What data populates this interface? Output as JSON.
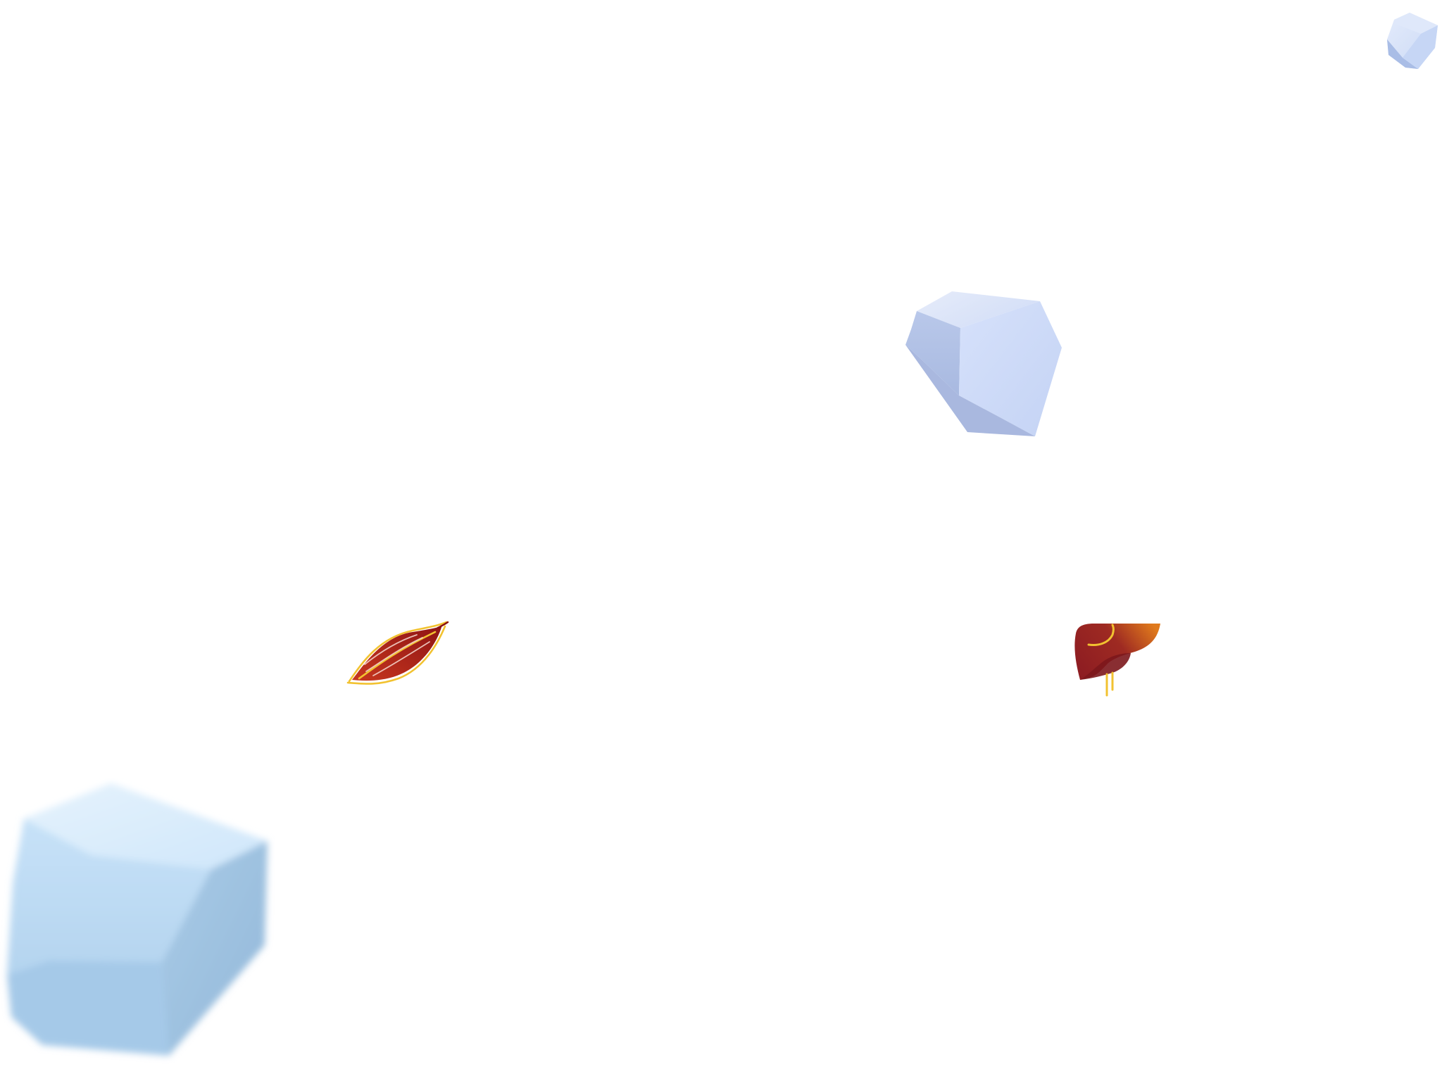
{
  "scene": {
    "background_color": "#ffffff",
    "decorations": [
      {
        "id": "cube-small",
        "icon": "crystal-cube-icon",
        "color": "#c9d8f6"
      },
      {
        "id": "cube-medium",
        "icon": "crystal-cube-icon",
        "color": "#cfdcf8"
      },
      {
        "id": "cube-large",
        "icon": "blurred-crystal-cube-icon",
        "color": "#bcdcf4"
      }
    ],
    "organ_icons": [
      {
        "id": "muscle",
        "icon": "muscle-fiber-icon",
        "primary_color": "#a81f1f",
        "accent_color": "#f2c230"
      },
      {
        "id": "liver",
        "icon": "liver-icon",
        "primary_color": "#8e1d22",
        "accent_color": "#e07a1c"
      }
    ]
  }
}
